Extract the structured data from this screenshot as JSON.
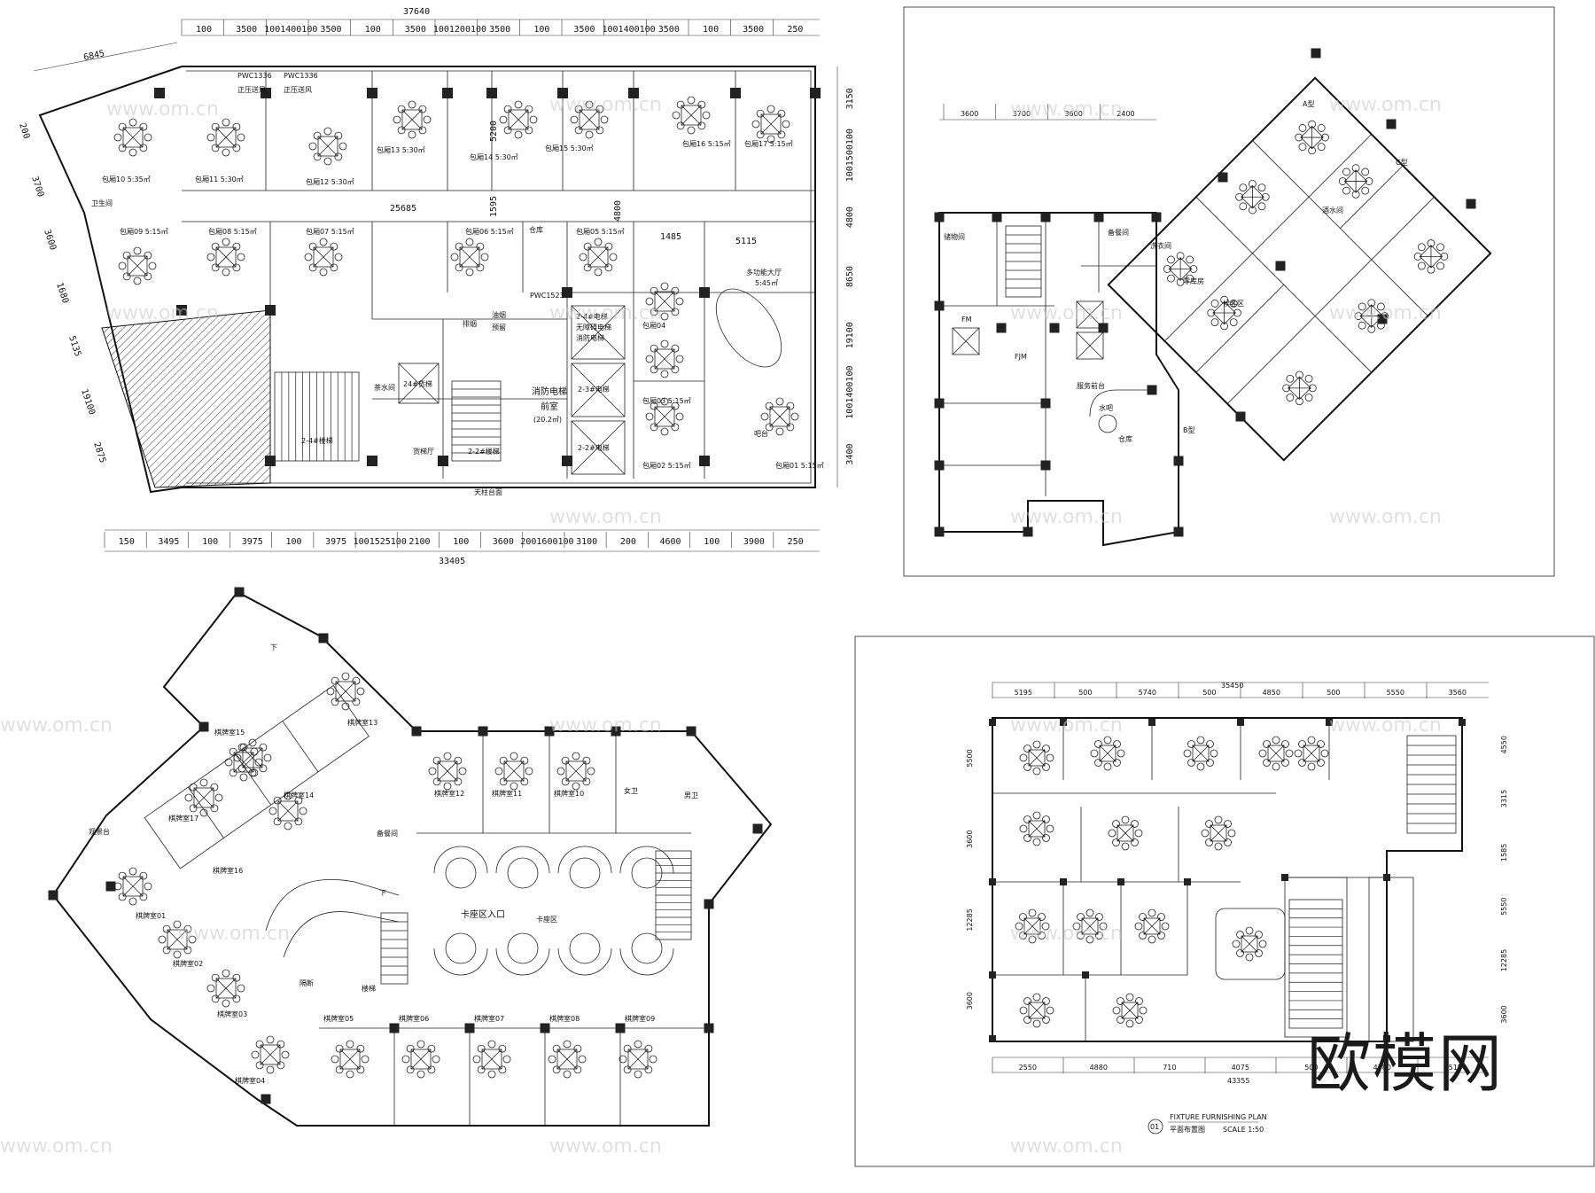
{
  "brand": {
    "logo_text": "欧模网",
    "watermark_text": "www.om.cn"
  },
  "plan_a": {
    "top_total": "37640",
    "top_segments": [
      "100",
      "3500",
      "1001400100",
      "3500",
      "100",
      "3500",
      "1001200100",
      "3500",
      "100",
      "3500",
      "1001400100",
      "3500",
      "100",
      "3500",
      "250"
    ],
    "left_offset": "6845",
    "corridor_dim": "25685",
    "bottom_total": "33405",
    "bottom_segments": [
      "150",
      "3495",
      "100",
      "3975",
      "100",
      "3975",
      "1001525100",
      "2100",
      "100",
      "3600",
      "2001600100",
      "3100",
      "200",
      "4600",
      "100",
      "3900",
      "250"
    ],
    "right_dims": [
      "3150",
      "1001500100",
      "4800",
      "8650",
      "19100",
      "1001400100",
      "3400"
    ],
    "left_dims": [
      "200",
      "3700",
      "3600",
      "1680",
      "5135",
      "19100",
      "2875"
    ],
    "mid_dims": [
      "5200",
      "1595",
      "4800",
      "1485",
      "5115"
    ],
    "rooms": [
      {
        "name": "包厢10",
        "area": "5:35㎡"
      },
      {
        "name": "包厢11",
        "area": "5:30㎡"
      },
      {
        "name": "包厢12",
        "area": "5:30㎡"
      },
      {
        "name": "包厢13",
        "area": "5:30㎡"
      },
      {
        "name": "包厢14",
        "area": "5:30㎡"
      },
      {
        "name": "包厢15",
        "area": "5:30㎡"
      },
      {
        "name": "包厢16",
        "area": "5:15㎡"
      },
      {
        "name": "包厢17",
        "area": "5:15㎡"
      },
      {
        "name": "包厢09",
        "area": "5:15㎡"
      },
      {
        "name": "包厢08",
        "area": "5:15㎡"
      },
      {
        "name": "包厢07",
        "area": "5:15㎡"
      },
      {
        "name": "包厢06",
        "area": "5:15㎡"
      },
      {
        "name": "包厢05",
        "area": "5:15㎡"
      },
      {
        "name": "包厢04",
        "area": ""
      },
      {
        "name": "包厢03",
        "area": "5:15㎡"
      },
      {
        "name": "包厢02",
        "area": "5:15㎡"
      },
      {
        "name": "包厢01",
        "area": "5:15㎡"
      }
    ],
    "labels": {
      "zhengya_a": "正压送风",
      "zhengya_b": "正压送风",
      "weisheng": "卫生间",
      "lobby": "多功能大厅",
      "lobby_area": "5:45㎡",
      "lift_a": "2-4#电梯",
      "lift_b": "无障碍电梯",
      "lift_c": "消防电梯",
      "lift_d": "2-3#电梯",
      "lift_e": "2-2#电梯",
      "lift_f": "24#货梯",
      "front_room": "消防电梯",
      "front_room_b": "前室",
      "front_room_area": "(20.2㎡)",
      "stair_a": "2-4#楼梯",
      "stair_b": "2-2#楼梯",
      "freight": "货梯厅",
      "water": "茶水间",
      "oil": "油烟",
      "smoke": "排烟",
      "pre": "预留",
      "roof": "天柱台面",
      "store": "仓库",
      "counter": "吧台",
      "pwc_a": "PWC1336",
      "pwc_b": "PWC1336",
      "pwc_c": "PWC1523"
    }
  },
  "plan_b": {
    "top_dims": [
      "3600",
      "3700",
      "3600",
      "2400"
    ],
    "labels": {
      "serve": "备餐间",
      "wash": "洗衣间",
      "stock": "零库房",
      "service": "服务前台",
      "bar": "水吧",
      "warehouse": "仓库",
      "wait": "候客区",
      "drink": "酒水间",
      "fm": "FM",
      "fjm": "FJM",
      "a_type": "A型",
      "b_type": "B型",
      "c_type": "C型",
      "stock_room": "储物间"
    }
  },
  "plan_c": {
    "labels": {
      "k_entry": "卡座区入口",
      "k_zone": "卡座区",
      "prep": "备餐间",
      "female": "女卫",
      "male": "男卫",
      "stair": "楼梯",
      "down": "下",
      "platform": "观景台",
      "gap": "隔断"
    },
    "rooms": [
      "棋牌室01",
      "棋牌室02",
      "棋牌室03",
      "棋牌室04",
      "棋牌室05",
      "棋牌室06",
      "棋牌室07",
      "棋牌室08",
      "棋牌室09",
      "棋牌室10",
      "棋牌室11",
      "棋牌室12",
      "棋牌室13",
      "棋牌室14",
      "棋牌室15",
      "棋牌室16",
      "棋牌室17"
    ]
  },
  "plan_d": {
    "top_total": "35450",
    "top_dims": [
      "5195",
      "500",
      "5740",
      "500",
      "4850",
      "500",
      "5550",
      "3560"
    ],
    "bottom_total": "43355",
    "bottom_dims": [
      "2550",
      "4880",
      "710",
      "4075",
      "500",
      "4780",
      "3515"
    ],
    "right_dims": [
      "4550",
      "3315",
      "1585",
      "5550",
      "12285",
      "3600"
    ],
    "left_dims": [
      "5500",
      "3600",
      "12285",
      "3600"
    ],
    "title_num": "01",
    "title_en": "FIXTURE FURNISHING PLAN",
    "title_cn": "平面布置图",
    "scale": "SCALE 1:50"
  }
}
